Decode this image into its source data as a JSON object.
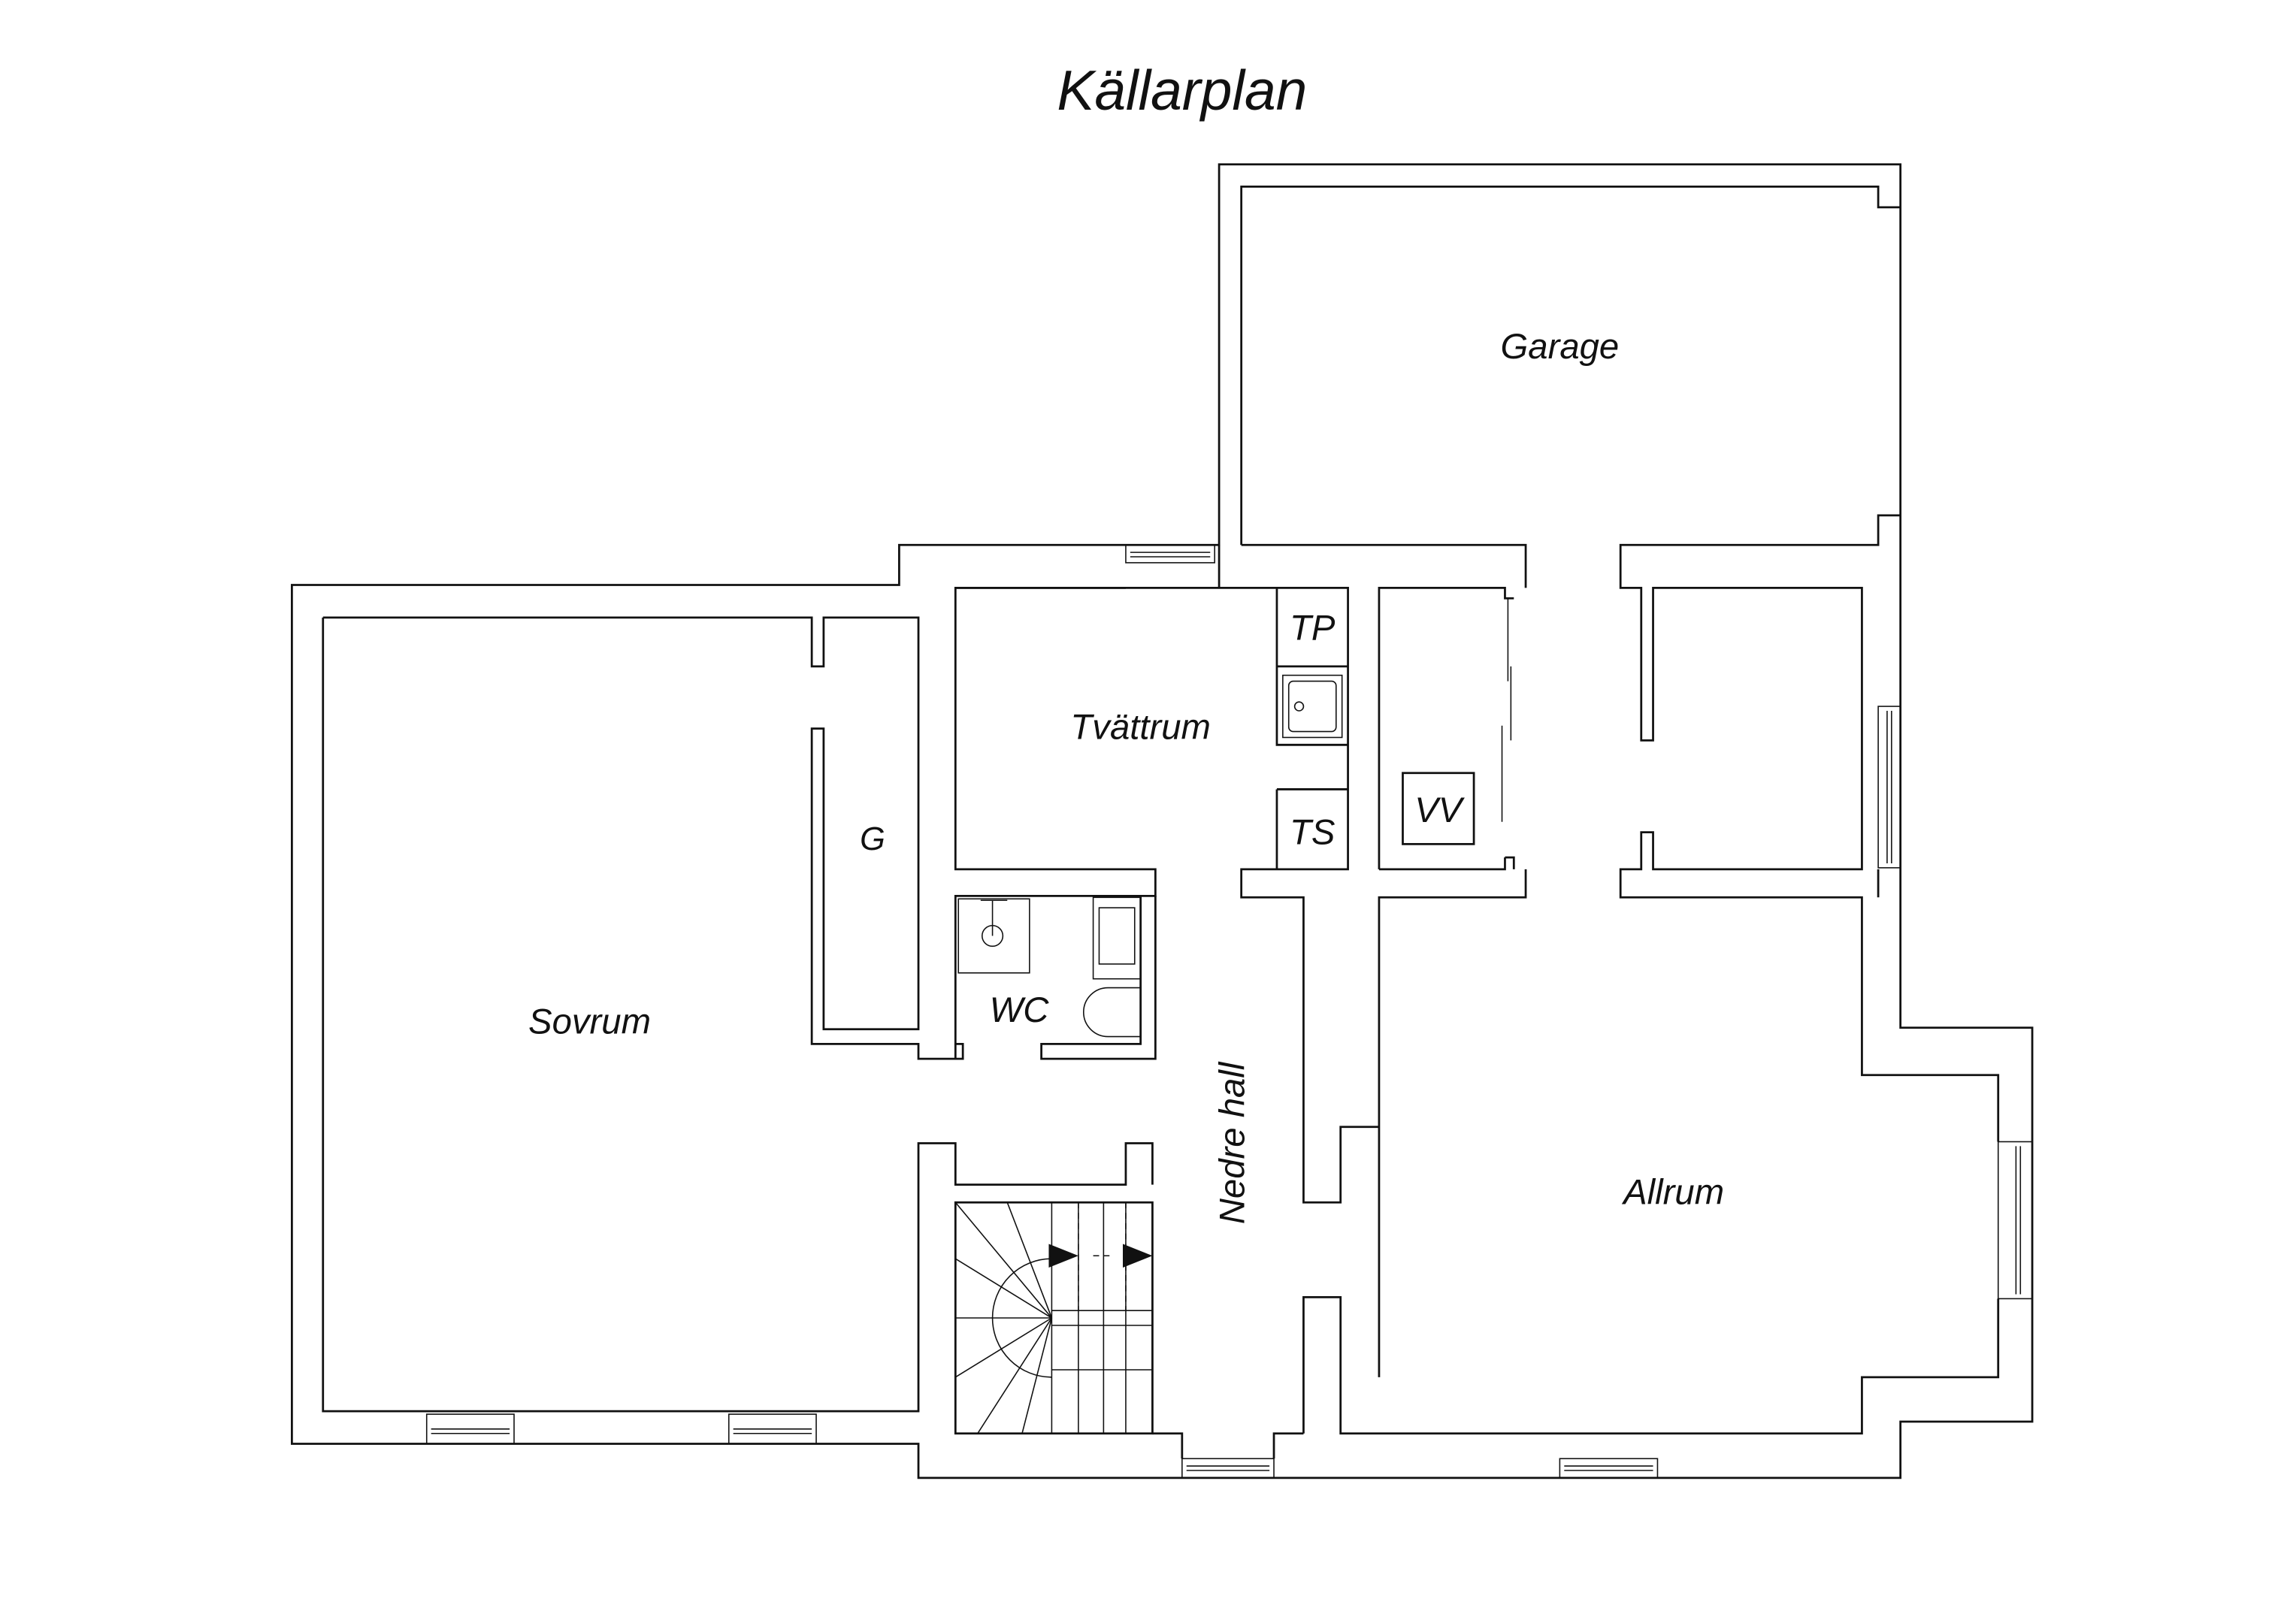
{
  "title": "Källarplan",
  "rooms": {
    "garage": "Garage",
    "tvattrum": "Tvättrum",
    "tp": "TP",
    "ts": "TS",
    "vv": "VV",
    "g": "G",
    "sovrum": "Sovrum",
    "wc": "WC",
    "nedre_hall": "Nedre hall",
    "allrum": "Allrum"
  }
}
